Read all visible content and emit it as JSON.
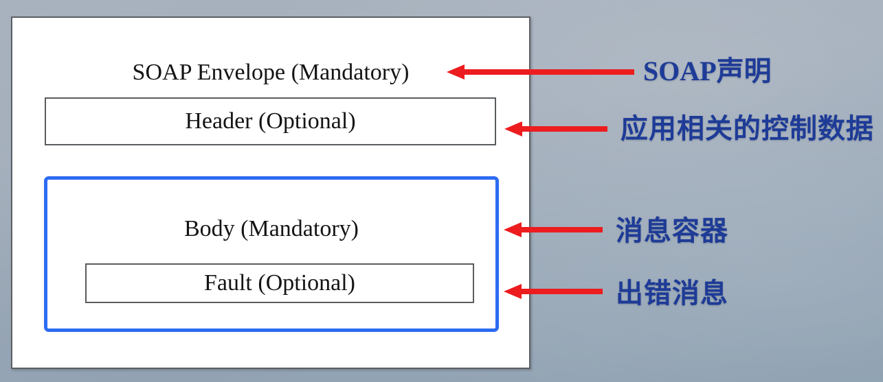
{
  "colors": {
    "background_gray_blue": "#a3aebb",
    "arrow_red": "#ec1c1f",
    "body_border_blue": "#2d6bf2",
    "annotation_text_blue": "#1e3b97",
    "box_border_gray": "#5c5f63",
    "diagram_text_black": "#141414"
  },
  "envelope": {
    "label": "SOAP Envelope (Mandatory)",
    "header": {
      "label": "Header (Optional)"
    },
    "body": {
      "label": "Body (Mandatory)",
      "fault": {
        "label": "Fault (Optional)"
      }
    }
  },
  "annotations": [
    {
      "label": "SOAP声明",
      "points_to": "SOAP Envelope (Mandatory)"
    },
    {
      "label": "应用相关的控制数据",
      "points_to": "Header (Optional)"
    },
    {
      "label": "消息容器",
      "points_to": "Body (Mandatory)"
    },
    {
      "label": "出错消息",
      "points_to": "Fault (Optional)"
    }
  ]
}
